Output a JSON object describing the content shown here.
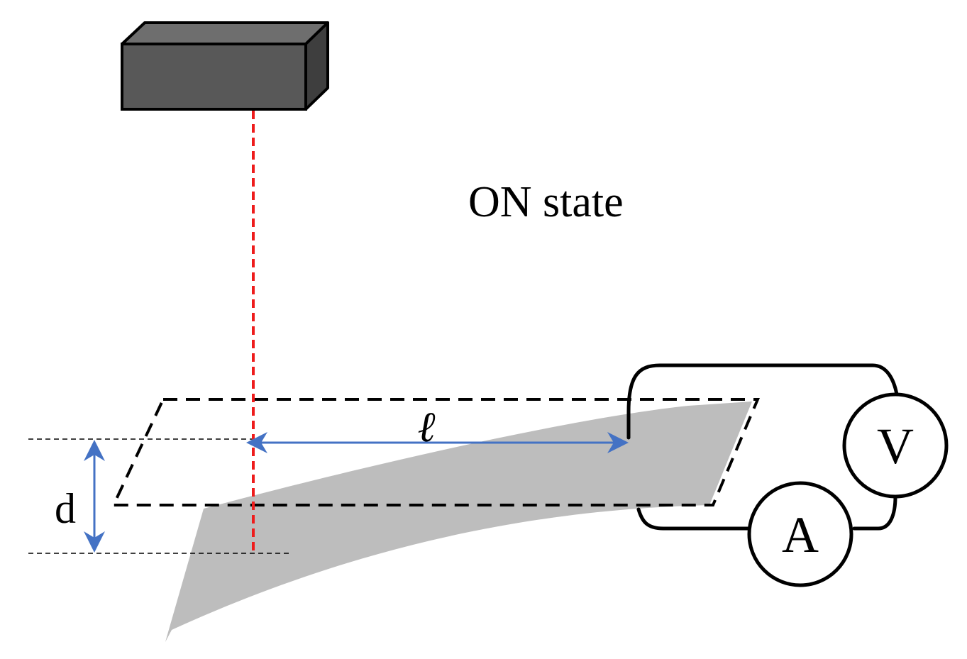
{
  "labels": {
    "state": "ON state",
    "length_symbol": "ℓ",
    "distance_symbol": "d",
    "voltmeter": "V",
    "ammeter": "A"
  },
  "colors": {
    "sensor_front": "#585858",
    "sensor_top": "#6e6e6e",
    "sensor_side": "#3e3e3e",
    "laser_line": "#ee1c1c",
    "dimension_arrow": "#4472c4",
    "cantilever": "#bdbdbd",
    "outline": "#000000"
  }
}
